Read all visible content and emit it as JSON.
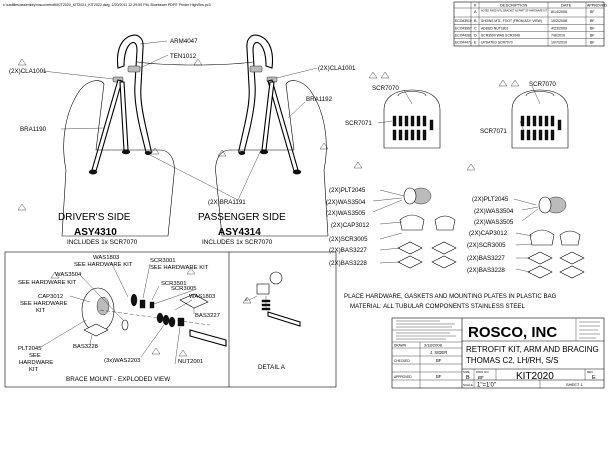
{
  "file_path": "c:\\cadfiles\\assembly\\rosco\\retrofit\\KIT2020_KIT2021_KIT2022.dwg, 1/20/2011 12:29:50 PM, Bluebeam PDF® Printer HighRes.pc3",
  "revision_table": {
    "headers": [
      "#",
      "DESCRIPTION",
      "DATE",
      "APPROVED"
    ],
    "rows": [
      {
        "ecr": "",
        "letter": "A",
        "desc": "NOTED FIXED MTL. BRACKET AS PART OF HARDWARE KIT",
        "date": "8/14/2008",
        "appr": "BF"
      },
      {
        "ecr": "ECO#3919",
        "letter": "B",
        "desc": "SHOWS MTL. FOOT (FROM ASY. VIEW)",
        "date": "10/2/2008",
        "appr": "BF"
      },
      {
        "ecr": "ECO#3967",
        "letter": "C",
        "desc": "ADDED NUT1801",
        "date": "4/23/2009",
        "appr": "BF"
      },
      {
        "ecr": "ECO#4281",
        "letter": "D",
        "desc": "SCR3500 WAS SCR2046",
        "date": "7/8/2010",
        "appr": "BF"
      },
      {
        "ecr": "ECO#4471",
        "letter": "E",
        "desc": "UPDATED SCR7070",
        "date": "10/7/2010",
        "appr": "BF"
      }
    ]
  },
  "assemblies": {
    "driver": {
      "caption": "DRIVER'S SIDE",
      "part": "ASY4310",
      "includes": "INCLUDES 1x SCR7070"
    },
    "passenger": {
      "caption": "PASSENGER SIDE",
      "part": "ASY4314",
      "includes": "INCLUDES 1x SCR7070"
    }
  },
  "callouts": {
    "arm": "ARM4047",
    "ten": "TEN1012",
    "cla_left": "(2X)CLA1001",
    "cla_right": "(2X)CLA1001",
    "bra1190": "BRA1190",
    "bra1192": "BRA1192",
    "bra1191": "(2X)BRA1191",
    "scr7070_a": "SCR7070",
    "scr7070_b": "SCR7070",
    "scr7071_a": "SCR7071",
    "scr7071_b": "SCR7071",
    "plt_a": "(2X)PLT2045",
    "plt_b": "(2X)PLT2045",
    "was3504_a": "(2X)WAS3504",
    "was3504_b": "(2X)WAS3504",
    "was3505_a": "(2X)WAS3505",
    "was3505_b": "(2X)WAS3505",
    "cap_a": "(2X)CAP3012",
    "cap_b": "(2X)CAP3012",
    "scr3005_a": "(2X)SCR3005",
    "scr3005_b": "(2X)SCR3005",
    "bas3227_a": "(2X)BAS3227",
    "bas3227_b": "(2X)BAS3227",
    "bas3228_a": "(2X)BAS3228",
    "bas3228_b": "(2X)BAS3228"
  },
  "note": {
    "line1": "PLACE HARDWARE, GASKETS AND MOUNTING PLATES IN PLASTIC BAG",
    "line2": "MATERIAL: ALL TUBULAR COMPONENTS STAINLESS STEEL"
  },
  "brace_mount": {
    "title": "BRACE MOUNT - EXPLODED VIEW",
    "was1803": "WAS1803",
    "see_kit_1": "SEE HARDWARE KIT",
    "was3504": "WAS3504",
    "see_kit_2": "SEE HARDWARE KIT",
    "cap": "CAP3012",
    "see_kit_3": "SEE HARDWARE",
    "kit_3": "KIT",
    "plt": "PLT2045",
    "see_kit_4": "SEE",
    "hardware_4": "HARDWARE",
    "kit_4": "KIT",
    "bas3228": "BAS3228",
    "was2203": "(3x)WAS2203",
    "nut2001": "NUT2001",
    "bas3227": "BAS3227",
    "scr3005": "SCR3005",
    "was1803_b": "WAS1803",
    "scr3501": "SCR3501",
    "scr3001": "SCR3001",
    "see_kit_5": "SEE HARDWARE KIT"
  },
  "detail": {
    "label": "DETAIL A",
    "marker": "A"
  },
  "title_block": {
    "company": "ROSCO, INC",
    "description_1": "RETROFIT KIT, ARM AND BRACING",
    "description_2": "THOMAS C2, LH/RH, S/S",
    "drawing_number": "KIT2020",
    "size": "B",
    "scale": "1\"=1'0\"",
    "sheet": "SHEET 1",
    "rev": "E",
    "drawn_date": "3/18/2008",
    "drawn_by": "J. SIDER",
    "checked_by": "BF",
    "approved_by": "BF",
    "labels": {
      "drawn": "DRAWN",
      "checked": "CHECKED",
      "approved": "APPROVED",
      "size": "SIZE",
      "scale": "SCALE",
      "dwg_no": "DWG NO",
      "rev": "REV"
    }
  }
}
